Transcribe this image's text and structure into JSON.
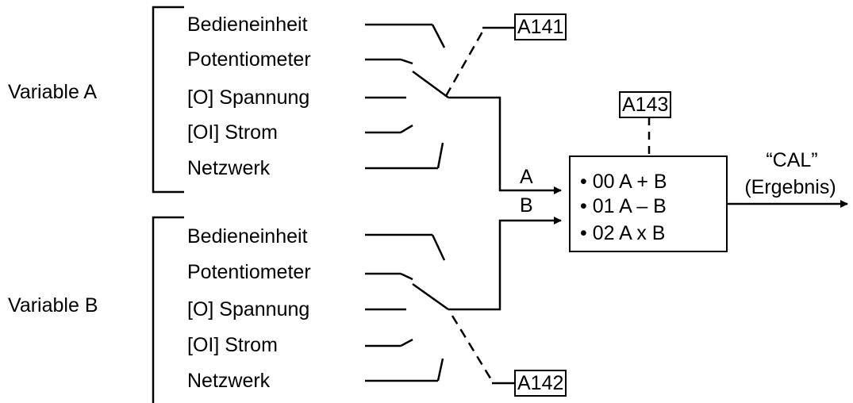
{
  "group_a": {
    "label": "Variable A",
    "inputs": [
      "Bedieneinheit",
      "Potentiometer",
      "[O] Spannung",
      "[OI] Strom",
      "Netzwerk"
    ],
    "parameter": "A141",
    "signal": "A"
  },
  "group_b": {
    "label": "Variable B",
    "inputs": [
      "Bedieneinheit",
      "Potentiometer",
      "[O] Spannung",
      "[OI] Strom",
      "Netzwerk"
    ],
    "parameter": "A142",
    "signal": "B"
  },
  "operation_parameter": "A143",
  "operations": [
    "• 00 A + B",
    "• 01 A – B",
    "• 02 A x B"
  ],
  "output": {
    "line1": "“CAL”",
    "line2": "(Ergebnis)"
  }
}
